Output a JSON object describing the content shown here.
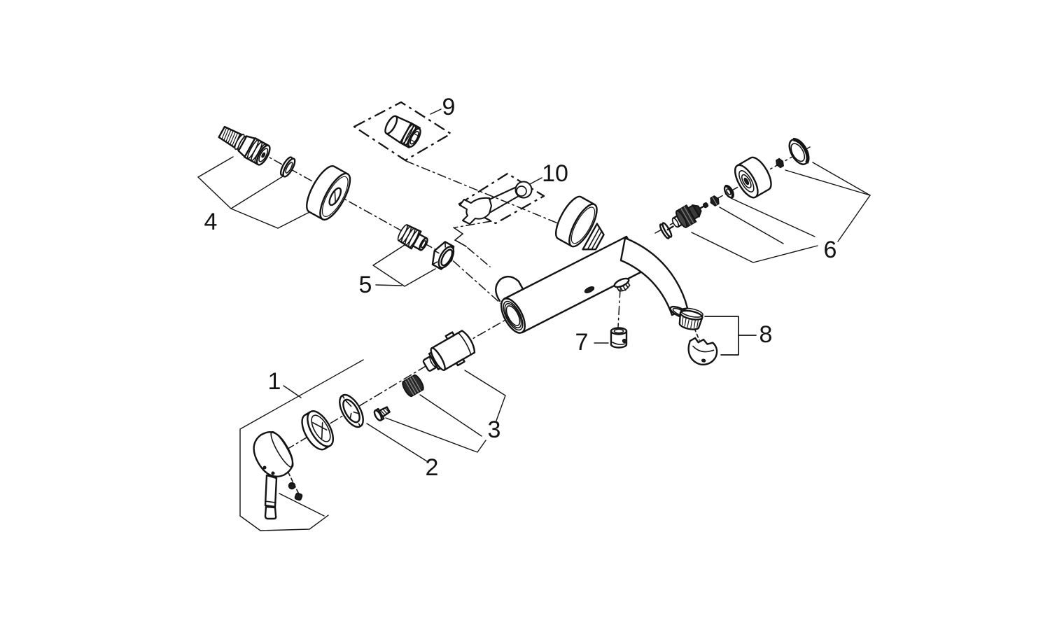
{
  "diagram": {
    "kind": "exploded-parts-diagram",
    "subject": "wall-mounted-single-lever-bath-shower-mixer",
    "background_color": "#ffffff",
    "line_color": "#131313",
    "callouts": [
      {
        "number": "1",
        "part": "lever-handle-with-fixing-screws"
      },
      {
        "number": "2",
        "part": "handle-cap-and-retaining-ring"
      },
      {
        "number": "3",
        "part": "cartridge-with-nut-and-screw"
      },
      {
        "number": "4",
        "part": "s-union-with-seal-and-escutcheon"
      },
      {
        "number": "5",
        "part": "union-nipple-and-coupling-nut"
      },
      {
        "number": "6",
        "part": "diverter-knob-assembly"
      },
      {
        "number": "7",
        "part": "plug"
      },
      {
        "number": "8",
        "part": "spout-aerator-with-ball-joint"
      },
      {
        "number": "9",
        "part": "adapter-in-option-box"
      },
      {
        "number": "10",
        "part": "service-wrench-in-option-box"
      }
    ]
  }
}
